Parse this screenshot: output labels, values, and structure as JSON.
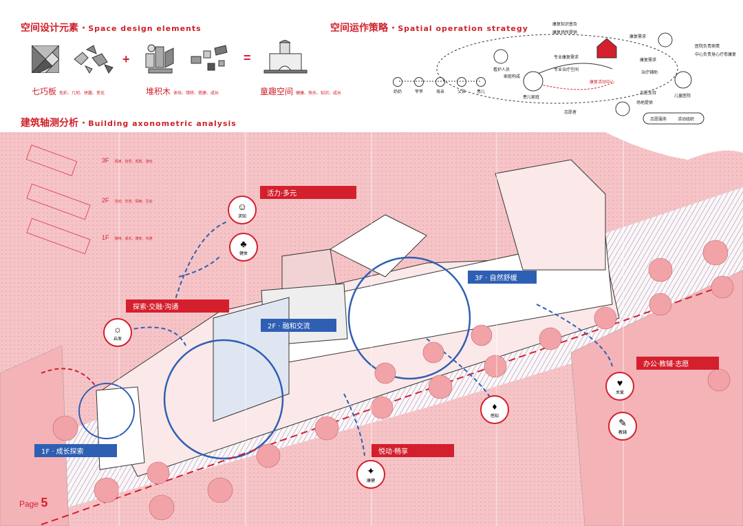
{
  "header": {
    "space_title_zh": "空间设计元素",
    "space_title_en": "Space design elements",
    "strategy_title_zh": "空间运作策略",
    "strategy_title_en": "Spatial operation strategy",
    "axon_title_zh": "建筑轴测分析",
    "axon_title_en": "Building axonometric analysis",
    "separator": "·"
  },
  "elements": {
    "tangram": {
      "name": "七巧板",
      "sub": "色彩、几何、拼趣、变化"
    },
    "blocks": {
      "name": "堆积木",
      "sub": "体块、错转、搭建、成长"
    },
    "playspace": {
      "name": "童趣空间",
      "sub": "健康、快乐、知识、成长"
    },
    "plus": "+",
    "equals": "="
  },
  "strategy": {
    "family": [
      "奶奶",
      "爷爷",
      "母亲",
      "父亲",
      "患儿"
    ],
    "nodes": {
      "caregivers": "看护人员",
      "patient_family": "患儿家庭",
      "volunteers": "志愿者",
      "rehab_center": "康复活动中心",
      "hospital": "儿童医院",
      "knowledge": "康复知识普及",
      "venue": "康复场所提供",
      "rehab_need": "专业康复需求",
      "treatment_space": "专业治疗空间",
      "family_formed": "家庭构成",
      "rehab_demand": "康复需求",
      "therapy": "治疗辅助",
      "volunteer_support": "志愿支持",
      "site_provision": "场地提供",
      "hospital_note1": "医院负责病情",
      "hospital_note2": "中心负责身心疗愈康复"
    },
    "legend": [
      "志愿服务",
      "活动组织"
    ]
  },
  "axon": {
    "floors": [
      {
        "label": "3F",
        "sub": "阅读、自然、观景、游玩"
      },
      {
        "label": "2F",
        "sub": "活动、交流、探索、互动"
      },
      {
        "label": "1F",
        "sub": "接待、成长、康复、沟通"
      }
    ],
    "tags": {
      "vitality": "活力·多元",
      "explore": "探索·交融·沟通",
      "f2": "2F · 融和交流",
      "f3": "3F · 自然舒缓",
      "f1": "1F · 成长探索",
      "joy": "悦动·畅享",
      "office": "办公·教辅·志愿"
    },
    "icons": {
      "know": "求知",
      "health": "健体",
      "enlighten": "启发",
      "perceive": "感知",
      "care": "关爱",
      "teach": "教辅",
      "fitness": "康健"
    },
    "page_label": "Page",
    "page_number": "5"
  },
  "colors": {
    "accent_red": "#d41f2d",
    "accent_blue": "#2f5fb3",
    "pink_bg": "#f6c4c7"
  }
}
